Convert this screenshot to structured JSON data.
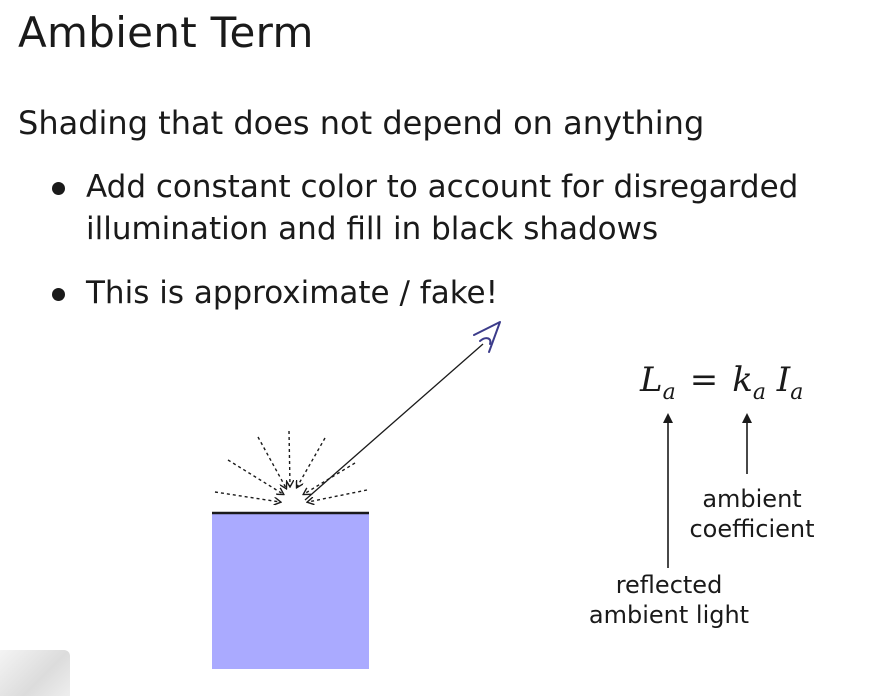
{
  "slide": {
    "title": "Ambient Term",
    "intro": "Shading that does not depend on anything",
    "bullets": [
      {
        "line1": "Add constant color to account for disregarded",
        "line2": "illumination and fill in black shadows"
      },
      {
        "line1": "This is approximate / fake!"
      }
    ]
  },
  "formula": {
    "L": "L",
    "L_sub": "a",
    "eq": "=",
    "k": "k",
    "k_sub": "a",
    "I": "I",
    "I_sub": "a"
  },
  "labels": {
    "ambient_coefficient": [
      "ambient",
      "coefficient"
    ],
    "reflected_ambient_light": [
      "reflected",
      "ambient light"
    ]
  },
  "colors": {
    "surface_fill": "#aaaaff",
    "text": "#1a1a1a",
    "eye_stroke": "#3b3b8a"
  },
  "icons": {
    "viewer": "eye-icon"
  }
}
